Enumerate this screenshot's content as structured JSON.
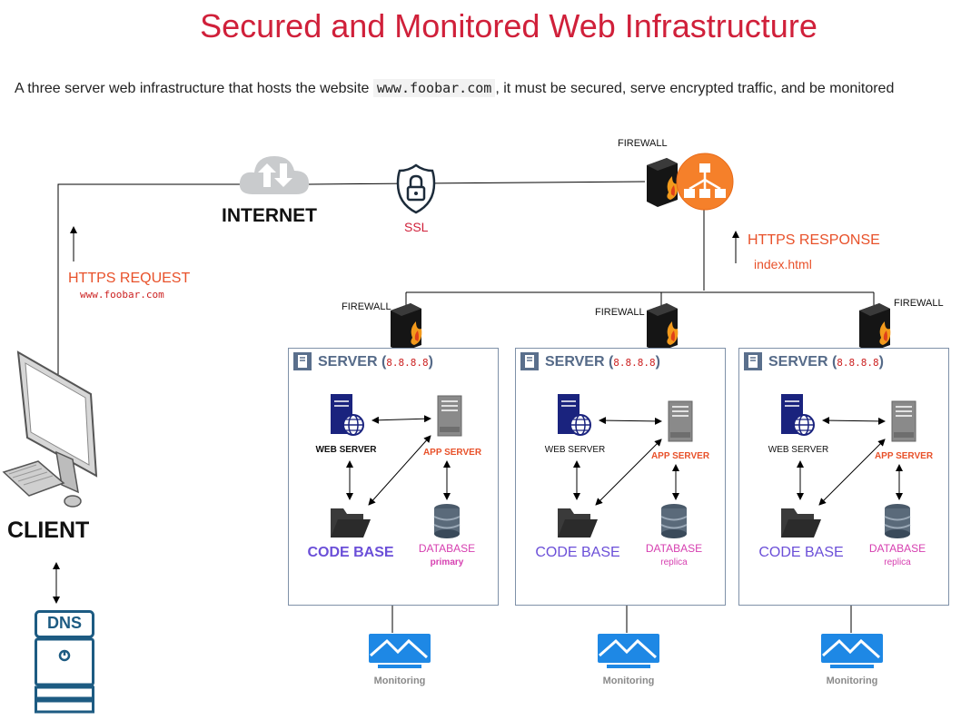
{
  "title": "Secured and Monitored Web Infrastructure",
  "subtitle": {
    "before": "A three server web infrastructure that hosts the website",
    "domain": "www.foobar.com",
    "after": ", it must be secured, serve encrypted traffic, and be monitored"
  },
  "internet_label": "INTERNET",
  "ssl_label": "SSL",
  "firewall_label": "FIREWALL",
  "https_request": "HTTPS REQUEST",
  "https_request_domain": "www.foobar.com",
  "https_response": "HTTPS RESPONSE",
  "https_response_file": "index.html",
  "client_label": "CLIENT",
  "dns_label": "DNS",
  "servers": [
    {
      "title": "SERVER (",
      "ip": "8.8.8.8",
      "close": ")",
      "web": "WEB SERVER",
      "app": "APP SERVER",
      "code": "CODE BASE",
      "db": "DATABASE",
      "db_role": "primary",
      "monitor": "Monitoring"
    },
    {
      "title": "SERVER (",
      "ip": "8.8.8.8",
      "close": ")",
      "web": "WEB SERVER",
      "app": "APP SERVER",
      "code": "CODE BASE",
      "db": "DATABASE",
      "db_role": "replica",
      "monitor": "Monitoring"
    },
    {
      "title": "SERVER (",
      "ip": "8.8.8.8",
      "close": ")",
      "web": "WEB SERVER",
      "app": "APP SERVER",
      "code": "CODE BASE",
      "db": "DATABASE",
      "db_role": "replica",
      "monitor": "Monitoring"
    }
  ],
  "colors": {
    "title": "#d0203a",
    "orange": "#e8512a",
    "purple": "#6b4fd8",
    "magenta": "#d63fb0",
    "monitor": "#1e88e5"
  }
}
